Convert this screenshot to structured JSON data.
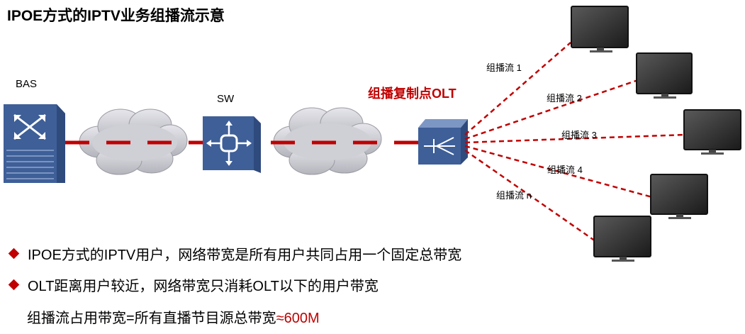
{
  "title": "IPOE方式的IPTV业务组播流示意",
  "labels": {
    "bas": "BAS",
    "sw": "SW",
    "olt": "组播复制点OLT"
  },
  "streams": [
    "组播流 1",
    "组播流 2",
    "组播流 3",
    "组播流 4",
    "组播流 n"
  ],
  "bullets": [
    "IPOE方式的IPTV用户，网络带宽是所有用户共同占用一个固定总带宽",
    "OLT距离用户较近，网络带宽只消耗OLT以下的用户带宽"
  ],
  "note": {
    "text": "组播流占用带宽=所有直播节目源总带宽",
    "highlight": "≈600M"
  },
  "colors": {
    "accent": "#c00000",
    "device": "#3a5a93"
  }
}
